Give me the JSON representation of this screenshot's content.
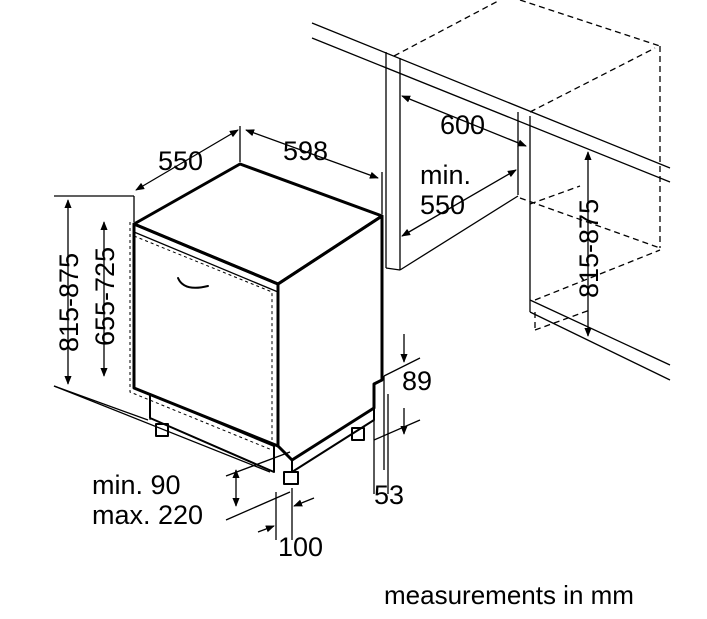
{
  "labels": {
    "depth": "550",
    "width": "598",
    "niche_width": "600",
    "niche_depth_line1": "min.",
    "niche_depth_line2": "550",
    "niche_height": "815-875",
    "total_height": "815-875",
    "door_height": "655-725",
    "plinth_offset": "89",
    "plinth_depth": "53",
    "plinth_height_line1": "min. 90",
    "plinth_height_line2": "max. 220",
    "plinth_setback": "100"
  },
  "caption": "measurements in mm"
}
